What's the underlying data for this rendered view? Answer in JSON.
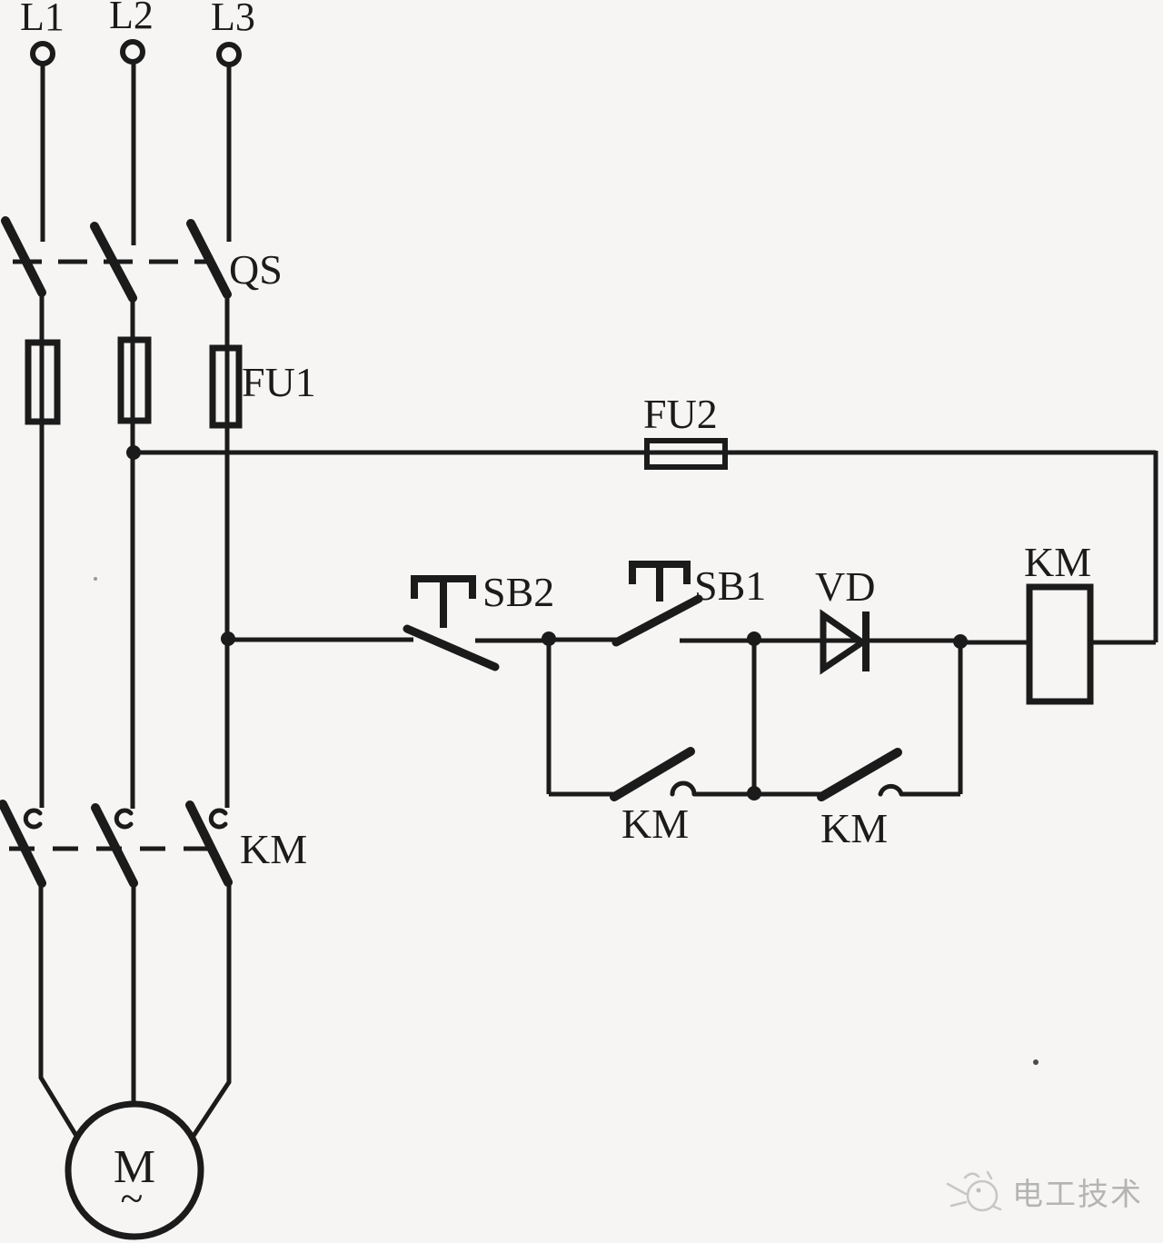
{
  "canvas": {
    "background": "#f6f5f3",
    "ink": "#1b1b1b"
  },
  "power_labels": {
    "l1": "L1",
    "l2": "L2",
    "l3": "L3"
  },
  "component_labels": {
    "disconnect_switch": "QS",
    "main_fuses": "FU1",
    "control_fuse": "FU2",
    "stop_button": "SB2",
    "start_button": "SB1",
    "diode": "VD",
    "contactor_coil": "KM",
    "selflock_contact": "KM",
    "diode_bypass_contact": "KM",
    "main_contacts": "KM",
    "motor": "M",
    "motor_ac_symbol": "~"
  },
  "watermark": {
    "text": "电工技术",
    "color": "#b4b4b4"
  }
}
